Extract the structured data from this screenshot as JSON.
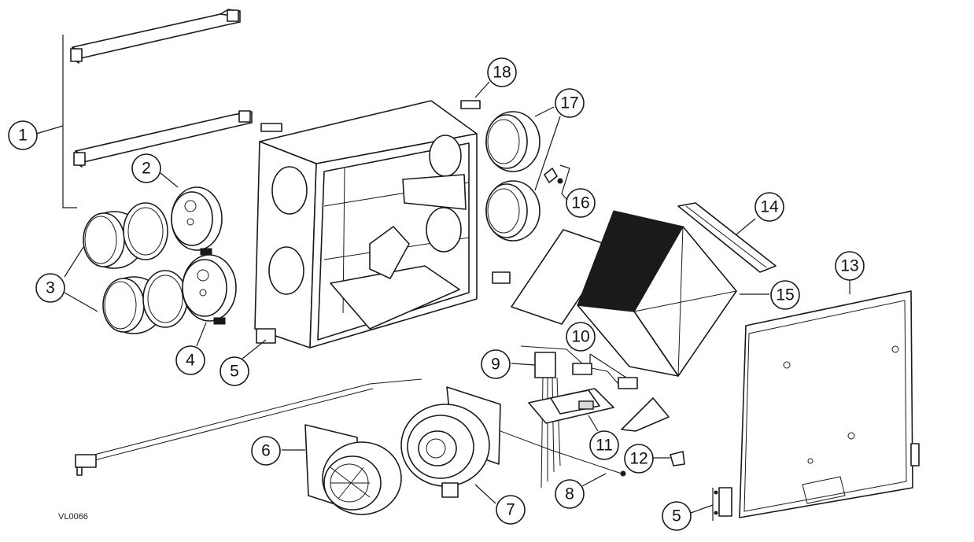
{
  "figure_code": "VL0066",
  "callouts": [
    {
      "id": "c1",
      "label": "1"
    },
    {
      "id": "c2",
      "label": "2"
    },
    {
      "id": "c3",
      "label": "3"
    },
    {
      "id": "c4",
      "label": "4"
    },
    {
      "id": "c5a",
      "label": "5"
    },
    {
      "id": "c5b",
      "label": "5"
    },
    {
      "id": "c6",
      "label": "6"
    },
    {
      "id": "c7",
      "label": "7"
    },
    {
      "id": "c8",
      "label": "8"
    },
    {
      "id": "c9",
      "label": "9"
    },
    {
      "id": "c10",
      "label": "10"
    },
    {
      "id": "c11",
      "label": "11"
    },
    {
      "id": "c12",
      "label": "12"
    },
    {
      "id": "c13",
      "label": "13"
    },
    {
      "id": "c14",
      "label": "14"
    },
    {
      "id": "c15",
      "label": "15"
    },
    {
      "id": "c16",
      "label": "16"
    },
    {
      "id": "c17",
      "label": "17"
    },
    {
      "id": "c18",
      "label": "18"
    }
  ]
}
